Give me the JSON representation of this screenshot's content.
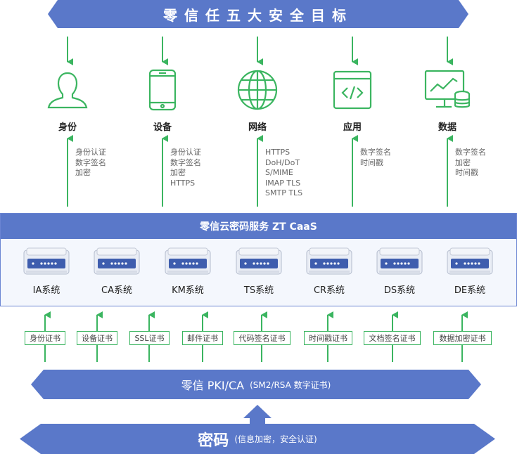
{
  "top_banner": "零信任五大安全目标",
  "categories": [
    {
      "label": "身份",
      "icon": "person-icon",
      "items": [
        "身份认证",
        "数字签名",
        "加密"
      ]
    },
    {
      "label": "设备",
      "icon": "mobile-phone-icon",
      "items": [
        "身份认证",
        "数字签名",
        "加密",
        "HTTPS"
      ]
    },
    {
      "label": "网络",
      "icon": "globe-icon",
      "items": [
        "HTTPS",
        "DoH/DoT",
        "S/MIME",
        "IMAP TLS",
        "SMTP TLS"
      ]
    },
    {
      "label": "应用",
      "icon": "code-window-icon",
      "items": [
        "数字签名",
        "时间戳"
      ]
    },
    {
      "label": "数据",
      "icon": "data-monitor-icon",
      "items": [
        "数字签名",
        "加密",
        "时间戳"
      ]
    }
  ],
  "services_title": "零信云密码服务 ZT CaaS",
  "systems": [
    "IA系统",
    "CA系统",
    "KM系统",
    "TS系统",
    "CR系统",
    "DS系统",
    "DE系统"
  ],
  "certificates": [
    "身份证书",
    "设备证书",
    "SSL证书",
    "邮件证书",
    "代码签名证书",
    "时间戳证书",
    "文档签名证书",
    "数据加密证书"
  ],
  "pki_banner": {
    "main": "零信 PKI/CA",
    "sub": "(SM2/RSA 数字证书)"
  },
  "base_banner": {
    "main": "密码",
    "sub": "(信息加密，安全认证)"
  },
  "colors": {
    "banner": "#5a78c9",
    "accent": "#3bb560"
  }
}
